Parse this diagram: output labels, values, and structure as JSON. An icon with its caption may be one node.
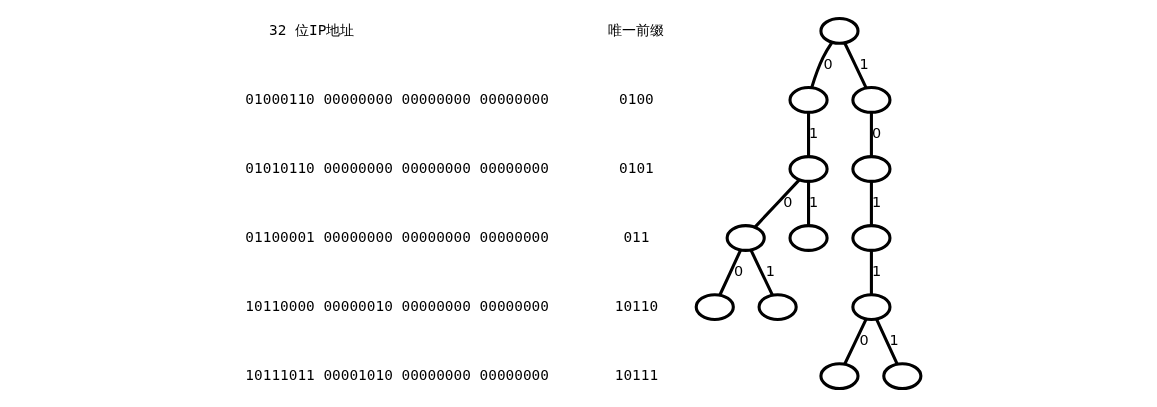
{
  "diagram": {
    "nodes": [
      {
        "text": [],
        "shape": "ellipse"
      },
      {
        "text": [],
        "shape": "ellipse"
      },
      {
        "text": [],
        "shape": "ellipse"
      },
      {
        "text": [],
        "shape": "ellipse"
      },
      {
        "text": [],
        "shape": "ellipse"
      },
      {
        "text": [],
        "shape": "ellipse"
      },
      {
        "text": [],
        "shape": "ellipse"
      },
      {
        "text": [],
        "shape": "ellipse"
      },
      {
        "text": [],
        "shape": "ellipse"
      },
      {
        "text": [],
        "shape": "ellipse"
      },
      {
        "text": [],
        "shape": "ellipse"
      },
      {
        "text": [],
        "shape": "ellipse"
      },
      {
        "text": [],
        "shape": "ellipse"
      }
    ],
    "edges": [
      {
        "from": 0,
        "to": 1,
        "arrow": "none",
        "label": "0"
      },
      {
        "from": 0,
        "to": 2,
        "arrow": "none",
        "label": "1"
      },
      {
        "from": 1,
        "to": 3,
        "arrow": "none",
        "label": "1"
      },
      {
        "from": 2,
        "to": 4,
        "arrow": "none",
        "label": "0"
      },
      {
        "from": 3,
        "to": 5,
        "arrow": "none",
        "label": "0"
      },
      {
        "from": 3,
        "to": 6,
        "arrow": "none",
        "label": "1"
      },
      {
        "from": 4,
        "to": 7,
        "arrow": "none",
        "label": "1"
      },
      {
        "from": 5,
        "to": 8,
        "arrow": "none",
        "label": "0"
      },
      {
        "from": 5,
        "to": 9,
        "arrow": "none",
        "label": "1"
      },
      {
        "from": 7,
        "to": 10,
        "arrow": "none",
        "label": "1"
      },
      {
        "from": 10,
        "to": 11,
        "arrow": "none",
        "label": "0"
      },
      {
        "from": 10,
        "to": 12,
        "arrow": "none",
        "label": "1"
      }
    ],
    "labels": [
      "32 位IP地址",
      "唯一前缀",
      "01000110 00000000 00000000 00000000",
      "0100",
      "01010110 00000000 00000000 00000000",
      "0101",
      "01100001 00000000 00000000 00000000",
      "011",
      "10110000 00000010 00000000 00000000",
      "10110",
      "10111011 00001010 00000000 00000000",
      "10111"
    ]
  }
}
